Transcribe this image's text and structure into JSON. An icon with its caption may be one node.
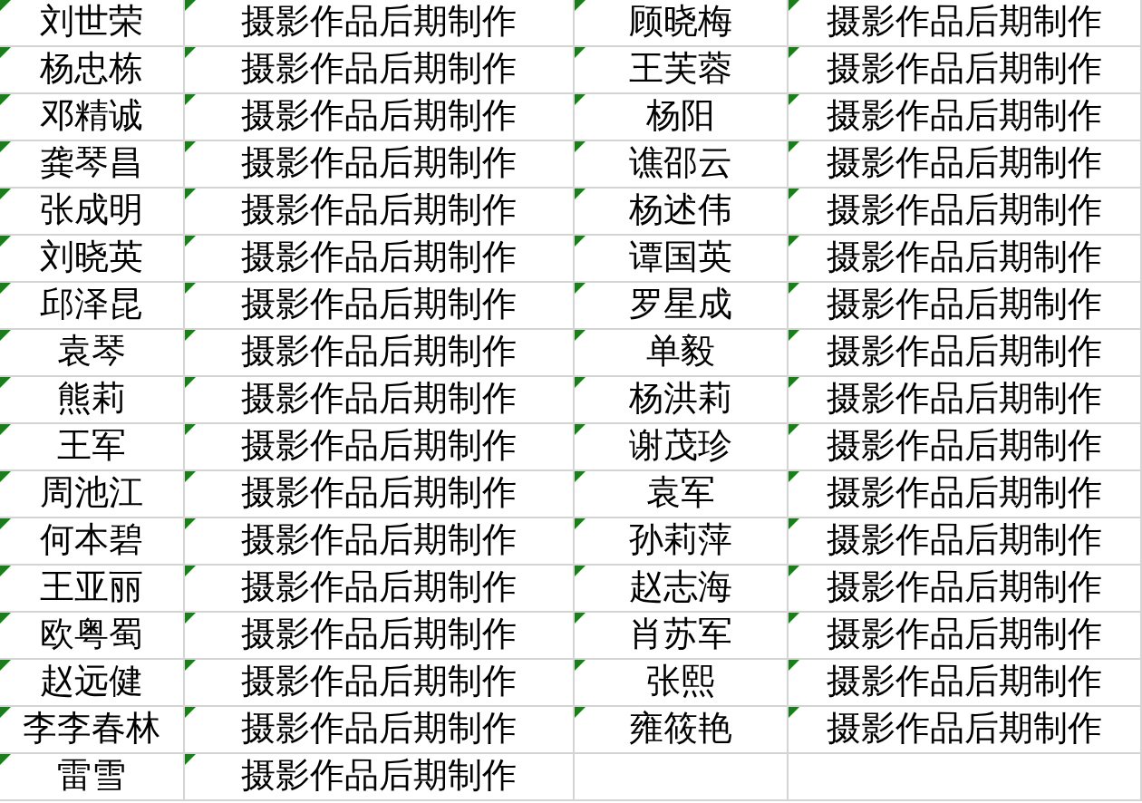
{
  "diagram": {
    "labels": [
      "刘世荣",
      "摄影作品后期制作",
      "顾晓梅",
      "摄影作品后期制作",
      "杨忠栋",
      "摄影作品后期制作",
      "王芙蓉",
      "摄影作品后期制作",
      "邓精诚",
      "摄影作品后期制作",
      "杨阳",
      "摄影作品后期制作",
      "龚琴昌",
      "摄影作品后期制作",
      "谯邵云",
      "摄影作品后期制作",
      "张成明",
      "摄影作品后期制作",
      "杨述伟",
      "摄影作品后期制作",
      "刘晓英",
      "摄影作品后期制作",
      "谭国英",
      "摄影作品后期制作",
      "邱泽昆",
      "摄影作品后期制作",
      "罗星成",
      "摄影作品后期制作",
      "袁琴",
      "摄影作品后期制作",
      "单毅",
      "摄影作品后期制作",
      "熊莉",
      "摄影作品后期制作",
      "杨洪莉",
      "摄影作品后期制作",
      "王军",
      "摄影作品后期制作",
      "谢茂珍",
      "摄影作品后期制作",
      "周池江",
      "摄影作品后期制作",
      "袁军",
      "摄影作品后期制作",
      "何本碧",
      "摄影作品后期制作",
      "孙莉萍",
      "摄影作品后期制作",
      "王亚丽",
      "摄影作品后期制作",
      "赵志海",
      "摄影作品后期制作",
      "欧粤蜀",
      "摄影作品后期制作",
      "肖苏军",
      "摄影作品后期制作",
      "赵远健",
      "摄影作品后期制作",
      "张熙",
      "摄影作品后期制作",
      "李李春林",
      "摄影作品后期制作",
      "雍筱艳",
      "摄影作品后期制作",
      "雷雪",
      "摄影作品后期制作"
    ]
  }
}
